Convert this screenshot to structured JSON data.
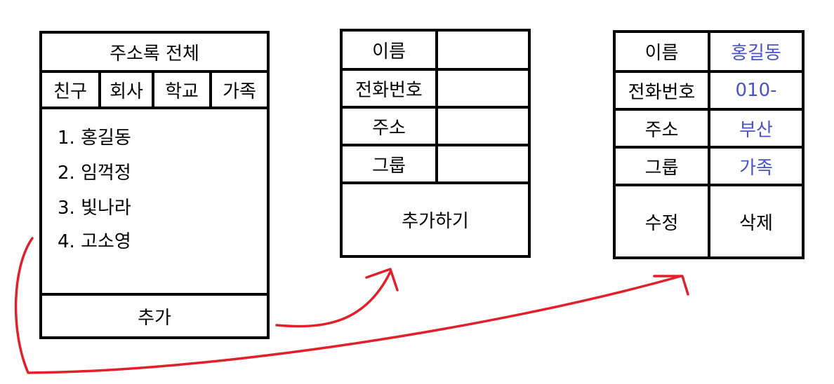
{
  "address_book": {
    "title": "주소록 전체",
    "tabs": [
      "친구",
      "회사",
      "학교",
      "가족"
    ],
    "contacts": [
      "1. 홍길동",
      "2. 임꺽정",
      "3. 빛나라",
      "4. 고소영"
    ],
    "add_button": "추가"
  },
  "add_form": {
    "fields": [
      "이름",
      "전화번호",
      "주소",
      "그룹"
    ],
    "submit_button": "추가하기"
  },
  "detail_form": {
    "fields": [
      {
        "label": "이름",
        "value": "홍길동"
      },
      {
        "label": "전화번호",
        "value": "010-"
      },
      {
        "label": "주소",
        "value": "부산"
      },
      {
        "label": "그룹",
        "value": "가족"
      }
    ],
    "edit_button": "수정",
    "delete_button": "삭제"
  },
  "colors": {
    "value_text": "#4a52c9",
    "arrow": "#e0202a",
    "border": "#000000"
  }
}
